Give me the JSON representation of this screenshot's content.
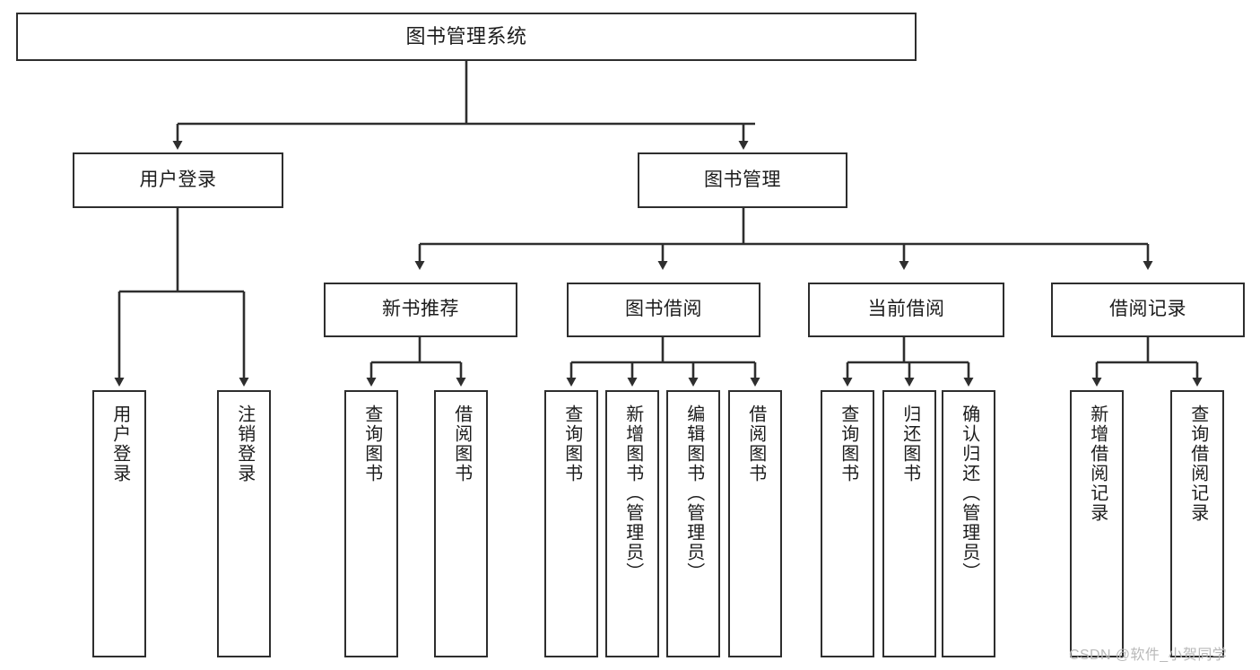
{
  "diagram": {
    "title": "图书管理系统",
    "type": "tree-hierarchy",
    "background_color": "#ffffff",
    "border_color": "#2e2e2e",
    "text_color": "#1c1c1c"
  },
  "nodes": {
    "root": {
      "label": "图书管理系统"
    },
    "level2": [
      {
        "label": "用户登录"
      },
      {
        "label": "图书管理"
      }
    ],
    "level3": [
      {
        "label": "新书推荐"
      },
      {
        "label": "图书借阅"
      },
      {
        "label": "当前借阅"
      },
      {
        "label": "借阅记录"
      }
    ],
    "leaves": {
      "user_login": [
        {
          "label": "用户登录"
        },
        {
          "label": "注销登录"
        }
      ],
      "new_book_recommend": [
        {
          "label": "查询图书"
        },
        {
          "label": "借阅图书"
        }
      ],
      "book_borrow": [
        {
          "label": "查询图书"
        },
        {
          "label": "新增图书（管理员）"
        },
        {
          "label": "编辑图书（管理员）"
        },
        {
          "label": "借阅图书"
        }
      ],
      "current_borrow": [
        {
          "label": "查询图书"
        },
        {
          "label": "归还图书"
        },
        {
          "label": "确认归还（管理员）"
        }
      ],
      "borrow_record": [
        {
          "label": "新增借阅记录"
        },
        {
          "label": "查询借阅记录"
        }
      ]
    }
  },
  "watermark": {
    "text": "CSDN @软件_小贺同学",
    "color": "#b9b9b9"
  }
}
